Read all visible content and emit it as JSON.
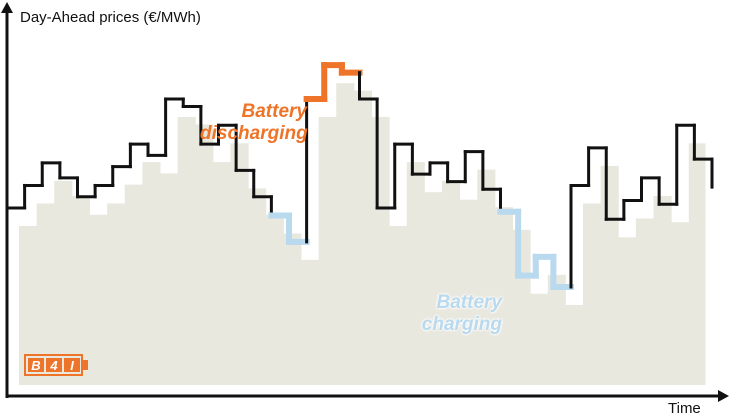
{
  "chart_data": {
    "type": "line",
    "title": "",
    "ylabel": "Day-Ahead prices (€/MWh)",
    "xlabel": "Time",
    "grid": false,
    "colors": {
      "price_line": "#111111",
      "discharge": "#ed7428",
      "charge": "#b9d9ee",
      "fill": "#e9e8df",
      "logo": "#ed7428"
    },
    "annotations": [
      {
        "text_lines": [
          "Battery",
          "discharging"
        ],
        "segment": "discharge"
      },
      {
        "text_lines": [
          "Battery",
          "charging"
        ],
        "segment": "charge"
      }
    ],
    "price_steps_relative": [
      0.5,
      0.56,
      0.62,
      0.58,
      0.53,
      0.56,
      0.61,
      0.67,
      0.64,
      0.79,
      0.77,
      0.67,
      0.72,
      0.6,
      0.53,
      0.48,
      0.41,
      0.79,
      0.88,
      0.86,
      0.79,
      0.5,
      0.67,
      0.59,
      0.62,
      0.57,
      0.65,
      0.55,
      0.49,
      0.32,
      0.37,
      0.29,
      0.56,
      0.66,
      0.47,
      0.52,
      0.58,
      0.51,
      0.72,
      0.63
    ],
    "segments": {
      "charge": [
        [
          15,
          16
        ],
        [
          28,
          31
        ]
      ],
      "discharge": [
        [
          17,
          19
        ]
      ]
    },
    "note": "Step heights are relative (0 = x-axis, 1 = top of y-axis); axes have no numeric ticks."
  },
  "logo": {
    "text": "B4I"
  }
}
